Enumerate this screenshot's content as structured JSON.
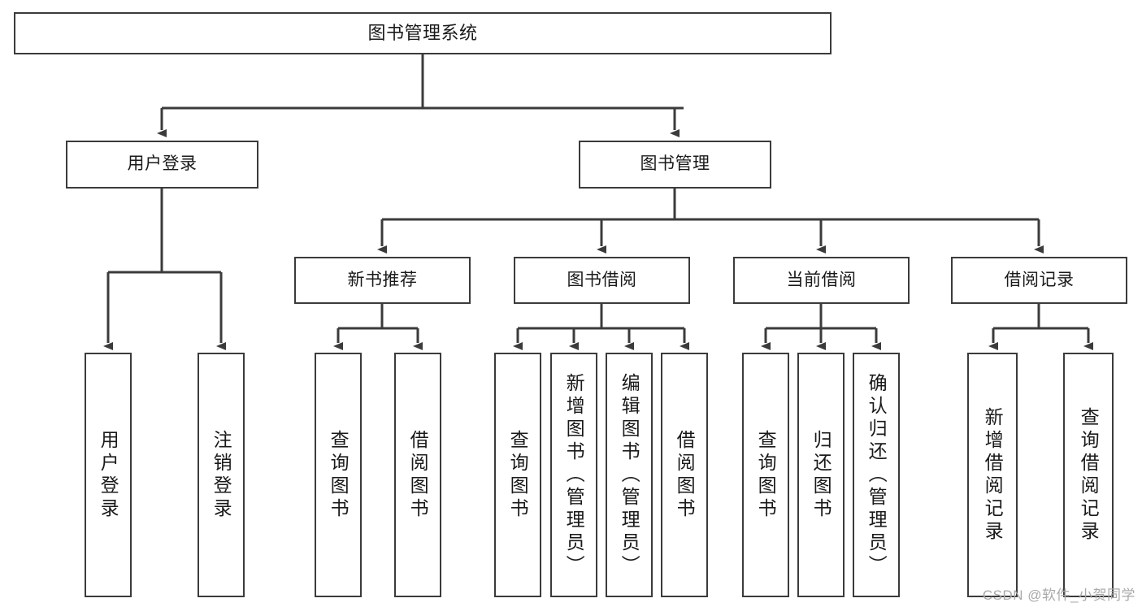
{
  "diagram": {
    "title": "图书管理系统",
    "type": "tree",
    "orientation": "top-down",
    "line_color": "#3b3b3b",
    "box_fill": "#ffffff",
    "box_border": "#3b3b3b",
    "watermark": "CSDN @软件_小贺同学"
  },
  "nodes": {
    "root": {
      "label": "图书管理系统"
    },
    "level2": [
      {
        "id": "user-login",
        "label": "用户登录"
      },
      {
        "id": "book-manage",
        "label": "图书管理"
      }
    ],
    "level3": [
      {
        "id": "new-book-recommend",
        "label": "新书推荐"
      },
      {
        "id": "book-borrow",
        "label": "图书借阅"
      },
      {
        "id": "current-borrow",
        "label": "当前借阅"
      },
      {
        "id": "borrow-record",
        "label": "借阅记录"
      }
    ],
    "leaves": {
      "user_login": [
        {
          "id": "leaf-user-login",
          "label": "用户登录"
        },
        {
          "id": "leaf-logout",
          "label": "注销登录"
        }
      ],
      "new_book_recommend": [
        {
          "id": "leaf-query-book-1",
          "label": "查询图书"
        },
        {
          "id": "leaf-borrow-book-1",
          "label": "借阅图书"
        }
      ],
      "book_borrow": [
        {
          "id": "leaf-query-book-2",
          "label": "查询图书"
        },
        {
          "id": "leaf-add-book",
          "label": "新增图书（管理员）"
        },
        {
          "id": "leaf-edit-book",
          "label": "编辑图书（管理员）"
        },
        {
          "id": "leaf-borrow-book-2",
          "label": "借阅图书"
        }
      ],
      "current_borrow": [
        {
          "id": "leaf-query-book-3",
          "label": "查询图书"
        },
        {
          "id": "leaf-return-book",
          "label": "归还图书"
        },
        {
          "id": "leaf-confirm-return",
          "label": "确认归还（管理员）"
        }
      ],
      "borrow_record": [
        {
          "id": "leaf-add-record",
          "label": "新增借阅记录"
        },
        {
          "id": "leaf-query-record",
          "label": "查询借阅记录"
        }
      ]
    }
  }
}
